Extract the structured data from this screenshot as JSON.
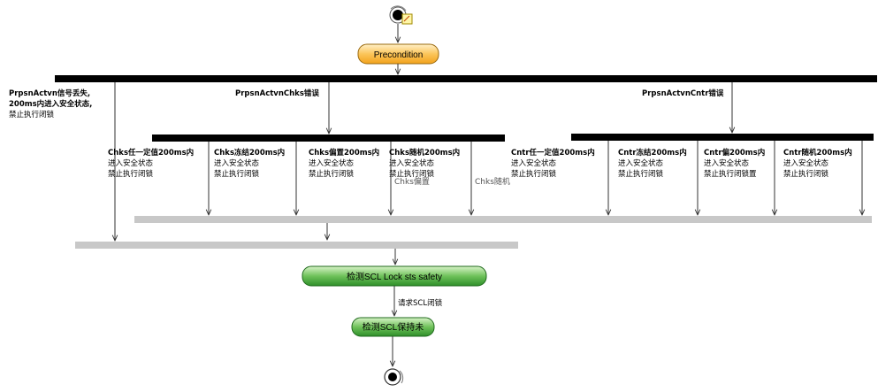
{
  "nodes": {
    "precondition": "Precondition",
    "check_lock": "检测SCL Lock sts safety",
    "check_keep": "检测SCL保持未"
  },
  "edge_labels": {
    "signal_lost": [
      "PrpsnActvn信号丢失,",
      "200ms内进入安全状态,",
      "禁止执行闭锁"
    ],
    "chks_error": "PrpsnActvnChks错误",
    "cntr_error": "PrpsnActvnCntr错误",
    "chks_fixed": [
      "Chks任一定值200ms内",
      "进入安全状态",
      "禁止执行闭锁"
    ],
    "chks_frozen": [
      "Chks冻结200ms内",
      "进入安全状态",
      "禁止执行闭锁"
    ],
    "chks_offset": [
      "Chks偏置200ms内",
      "进入安全状态",
      "禁止执行闭锁"
    ],
    "chks_random": [
      "Chks随机200ms内",
      "进入安全状态",
      "禁止执行闭锁"
    ],
    "chks_offset_short": "Chks偏置",
    "chks_random_short": "Chks随机",
    "cntr_fixed": [
      "Cntr任一定值200ms内",
      "进入安全状态",
      "禁止执行闭锁"
    ],
    "cntr_frozen": [
      "Cntr冻结200ms内",
      "进入安全状态",
      "禁止执行闭锁"
    ],
    "cntr_offset": [
      "Cntr偏200ms内",
      "进入安全状态",
      "禁止执行闭锁置"
    ],
    "cntr_random": [
      "Cntr随机200ms内",
      "进入安全状态",
      "禁止执行闭锁"
    ],
    "request_lock": "请求SCL闭锁"
  },
  "colors": {
    "precondition_fill": "#f9b233",
    "action_fill": "#3fa33a",
    "fork_bar": "#000000",
    "join_bar": "#c8c8c8"
  },
  "icons": {
    "start": "initial-node-icon",
    "note": "note-icon",
    "end": "final-node-icon"
  }
}
